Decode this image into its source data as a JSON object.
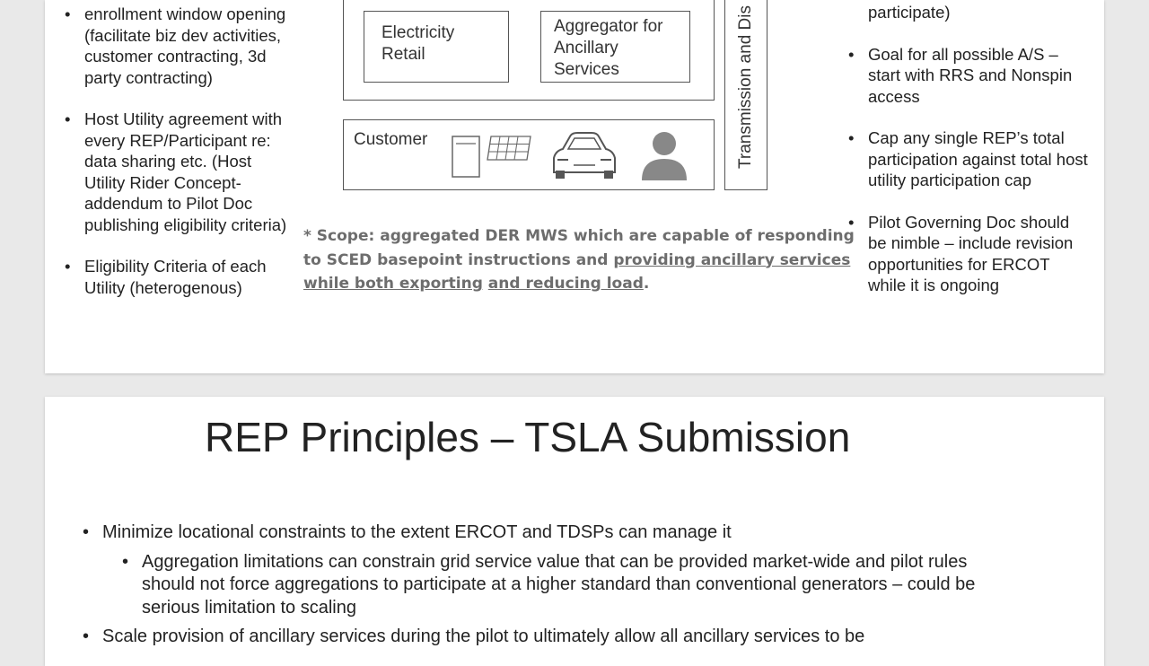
{
  "slide1": {
    "left_bullets": [
      "enrollment window opening (facilitate biz dev activities, customer contracting, 3d party contracting)",
      "Host Utility agreement with every REP/Participant re: data sharing etc. (Host Utility Rider Concept- addendum to Pilot Doc publishing eligibility criteria)",
      "Eligibility Criteria of each Utility (heterogenous)"
    ],
    "diagram": {
      "electricity_retail": "Electricity Retail",
      "aggregator": "Aggregator for Ancillary Services",
      "customer": "Customer",
      "tdsp": "Transmission and Dis"
    },
    "scope_note": {
      "part1": "* Scope: aggregated DER MWS which are capable of responding to SCED basepoint instructions and ",
      "u1": "providing ancillary services while both exporting",
      "part2": " ",
      "u2": "and reducing load",
      "part3": "."
    },
    "right_bullets": [
      "participate)",
      "Goal for all possible A/S – start with RRS and Nonspin access",
      "Cap any single REP’s total participation against total host utility participation cap",
      "Pilot Governing Doc should be nimble – include revision opportunities for ERCOT while it is ongoing"
    ]
  },
  "slide2": {
    "title": "REP Principles – TSLA Submission",
    "bullets": [
      "Minimize locational constraints to the extent ERCOT and TDSPs can manage it",
      "Aggregation limitations can constrain grid service value that can be provided market-wide and pilot rules should not force aggregations to participate at a higher standard than conventional generators – could be serious limitation to scaling",
      "Scale provision of ancillary services during the pilot to ultimately allow all ancillary services to be"
    ]
  },
  "icons": [
    "battery-icon",
    "solar-panel-icon",
    "electric-car-icon",
    "person-icon"
  ]
}
